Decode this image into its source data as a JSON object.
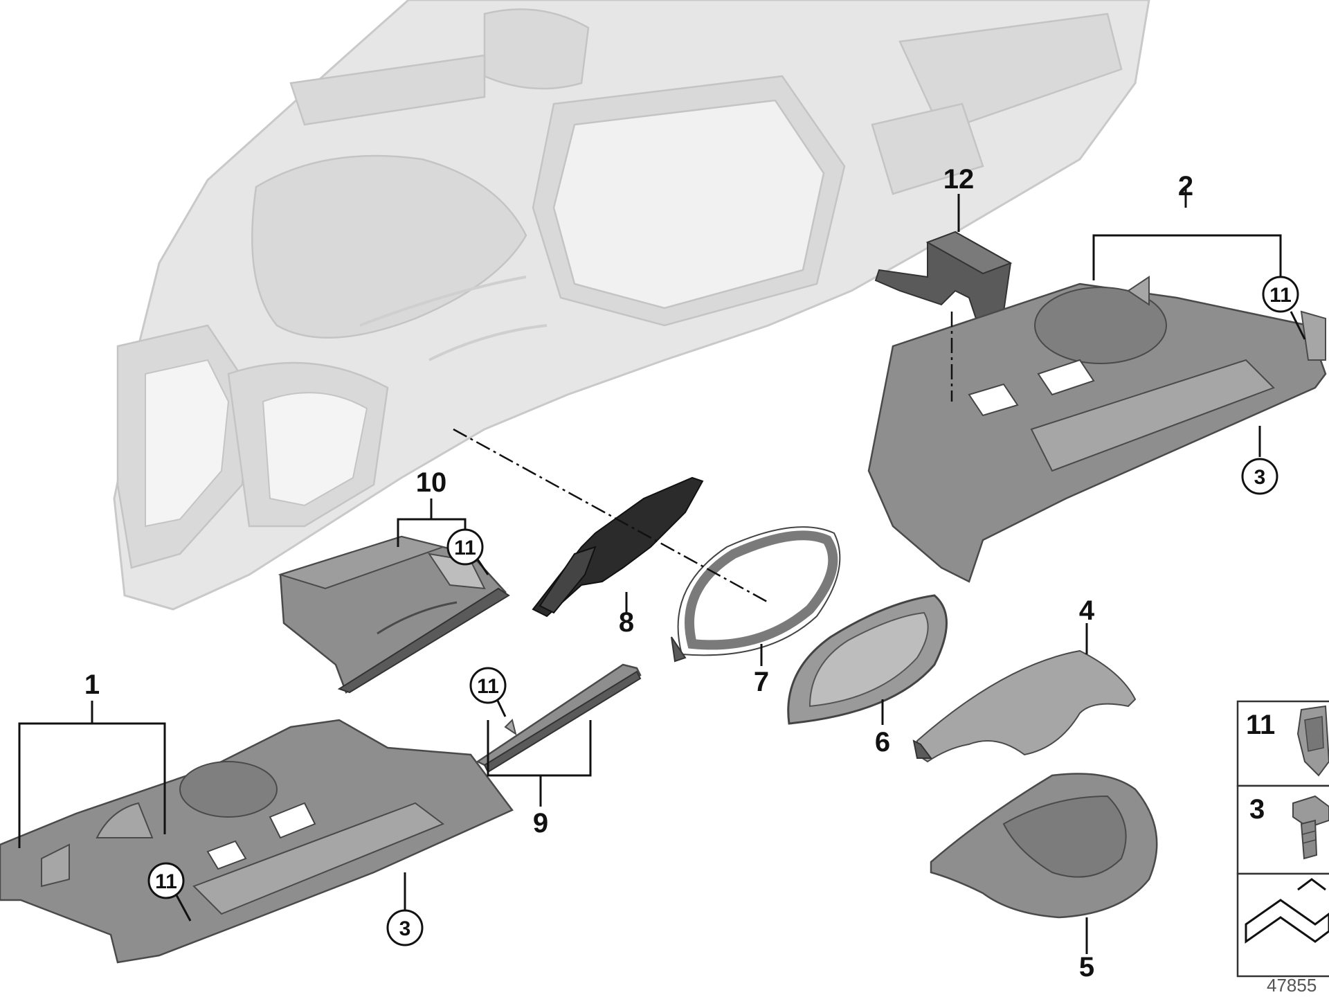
{
  "labels": {
    "part_1": "1",
    "part_2": "2",
    "part_3a": "3",
    "part_3b": "3",
    "part_4": "4",
    "part_5": "5",
    "part_6": "6",
    "part_7": "7",
    "part_8": "8",
    "part_9": "9",
    "part_10": "10",
    "part_11a": "11",
    "part_11b": "11",
    "part_11c": "11",
    "part_11d": "11",
    "part_12": "12"
  },
  "legend": {
    "item_11": "11",
    "item_3": "3"
  },
  "reference_number": "47855"
}
